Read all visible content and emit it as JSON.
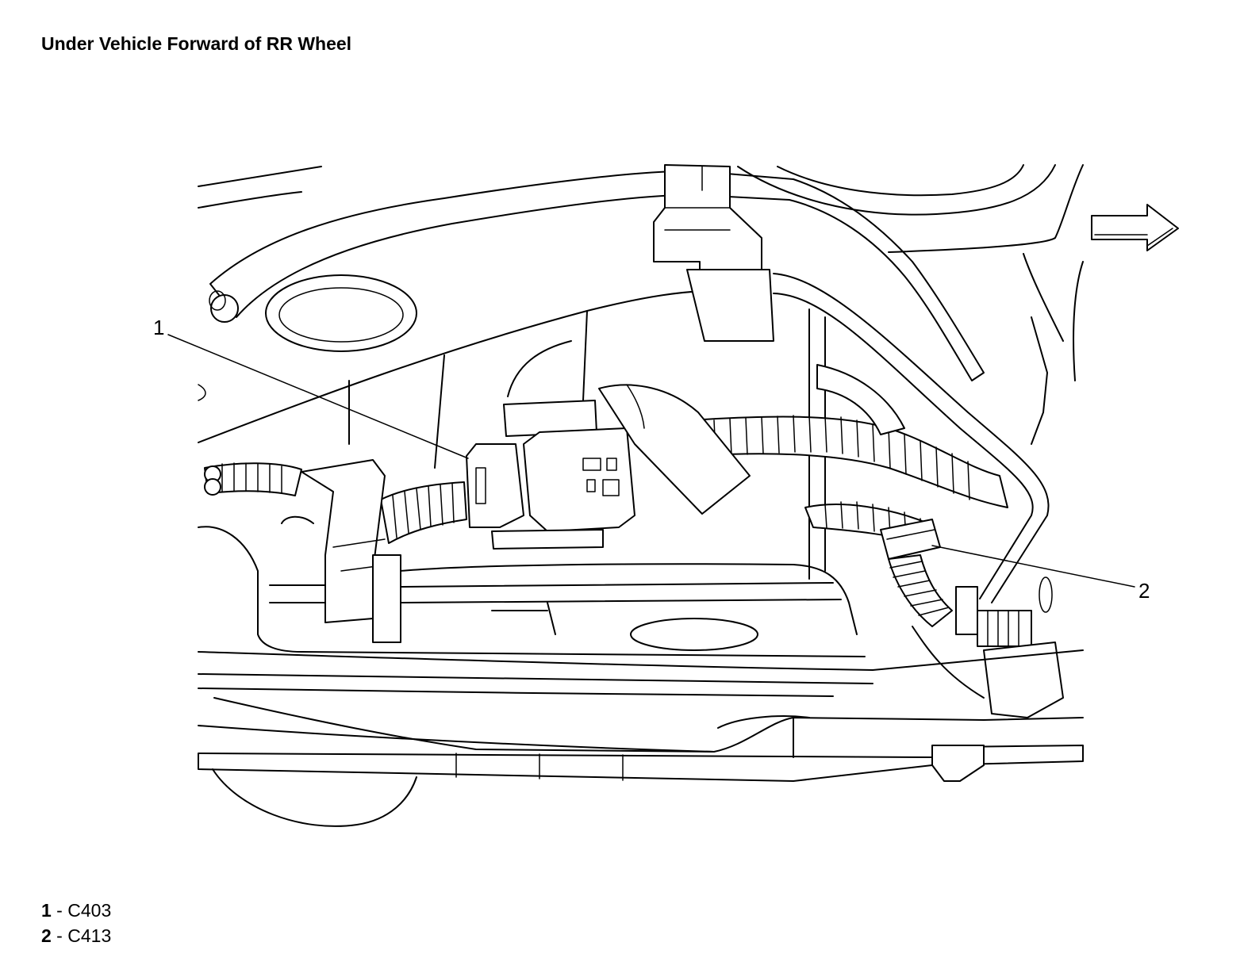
{
  "title": "Under Vehicle Forward of RR Wheel",
  "callouts": [
    {
      "number": "1",
      "code": "C403"
    },
    {
      "number": "2",
      "code": "C413"
    }
  ],
  "legend_separator": " - ",
  "icons": {
    "direction_arrow": "forward-arrow-icon"
  }
}
